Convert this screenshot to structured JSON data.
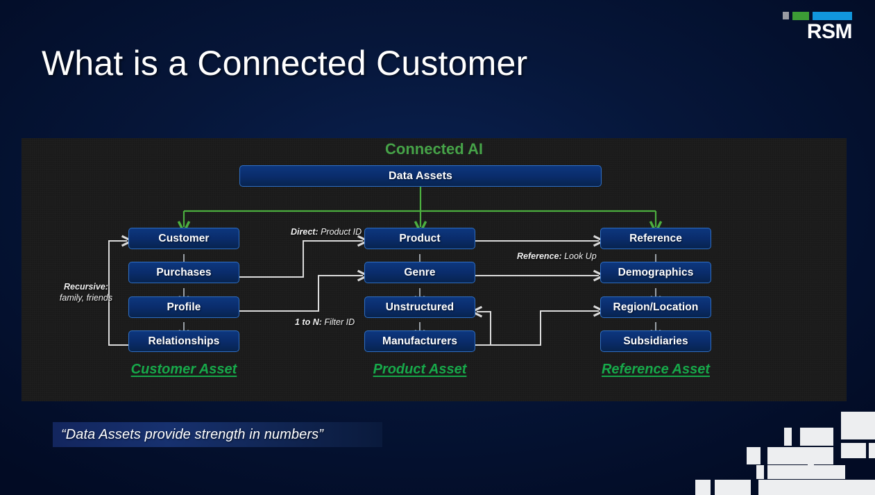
{
  "brand": {
    "name": "RSM",
    "mark_colors": [
      "#9a9ca3",
      "#3c9c35",
      "#1196dd"
    ]
  },
  "slide": {
    "title": "What is a Connected Customer",
    "background": "#041233"
  },
  "diagram": {
    "heading": "Connected AI",
    "heading_color": "#46a348",
    "root": {
      "label": "Data Assets"
    },
    "columns": [
      {
        "caption": "Customer Asset",
        "nodes": [
          {
            "label": "Customer"
          },
          {
            "label": "Purchases"
          },
          {
            "label": "Profile"
          },
          {
            "label": "Relationships"
          }
        ]
      },
      {
        "caption": "Product Asset",
        "nodes": [
          {
            "label": "Product"
          },
          {
            "label": "Genre"
          },
          {
            "label": "Unstructured"
          },
          {
            "label": "Manufacturers"
          }
        ]
      },
      {
        "caption": "Reference Asset",
        "nodes": [
          {
            "label": "Reference"
          },
          {
            "label": "Demographics"
          },
          {
            "label": "Region/Location"
          },
          {
            "label": "Subsidiaries"
          }
        ]
      }
    ],
    "edge_labels": {
      "direct_kind": "Direct:",
      "direct_value": " Product ID",
      "reference_kind": "Reference:",
      "reference_value": " Look Up",
      "one_to_n_kind": "1 to N:",
      "one_to_n_value": " Filter ID",
      "recursive_kind": "Recursive:",
      "recursive_value": "family, friends"
    },
    "caption_color": "#17a94a"
  },
  "quote": {
    "text": "“Data Assets provide strength in numbers”"
  }
}
